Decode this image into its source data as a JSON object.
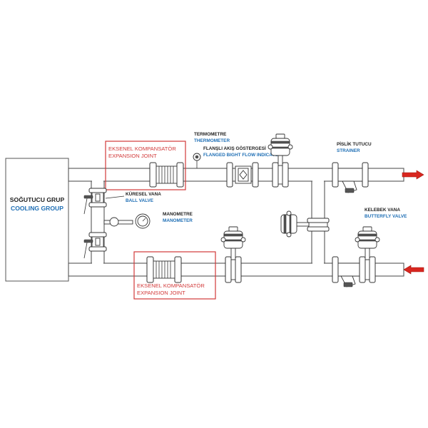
{
  "labels": {
    "cooling_group_tr": "SOĞUTUCU GRUP",
    "cooling_group_en": "COOLING GROUP",
    "exp_joint_top_tr": "EKSENEL KOMPANSATÖR",
    "exp_joint_top_en": "EXPANSION JOINT",
    "exp_joint_bottom_tr": "EKSENEL KOMPANSATÖR",
    "exp_joint_bottom_en": "EXPANSION JOINT",
    "thermometer_tr": "TERMOMETRE",
    "thermometer_en": "THERMOMETER",
    "flow_indicator_tr": "FLANŞLI AKIŞ GÖSTERGESİ",
    "flow_indicator_en": "FLANGED BIGHT FLOW INDICATOR",
    "strainer_tr": "PİSLİK TUTUCU",
    "strainer_en": "STRAINER",
    "ball_valve_tr": "KÜRESEL VANA",
    "ball_valve_en": "BALL VALVE",
    "manometer_tr": "MANOMETRE",
    "manometer_en": "MANOMETER",
    "butterfly_valve_tr": "KELEBEK VANA",
    "butterfly_valve_en": "BUTTERFLY VALVE"
  },
  "colors": {
    "label_blue": "#1f6fb5",
    "highlight_red": "#d23a3a",
    "flow_arrow": "#d8261f"
  },
  "flow": {
    "top_arrow": "outgoing",
    "bottom_arrow": "incoming"
  }
}
